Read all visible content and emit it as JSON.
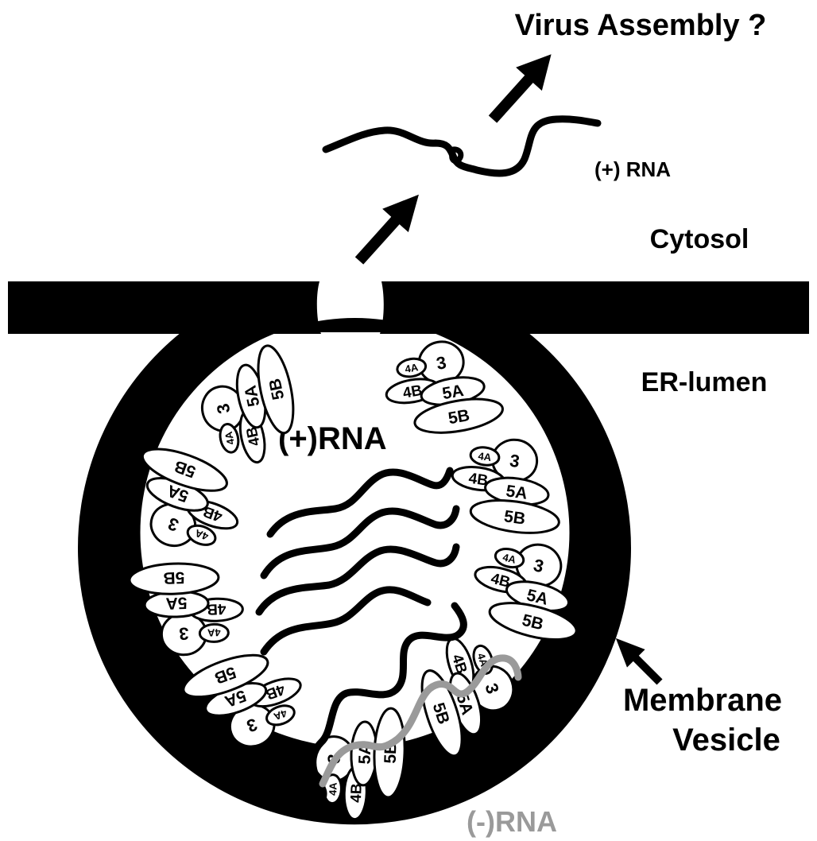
{
  "labels": {
    "virus_assembly": "Virus Assembly ?",
    "plus_rna_cytosol": "(+) RNA",
    "cytosol": "Cytosol",
    "er_lumen": "ER-lumen",
    "plus_rna_vesicle": "(+)RNA",
    "membrane": "Membrane",
    "vesicle": "Vesicle",
    "minus_rna": "(-)RNA"
  },
  "proteins": {
    "ns3": "3",
    "ns4a": "4A",
    "ns4b": "4B",
    "ns5a": "5A",
    "ns5b": "5B"
  },
  "colors": {
    "membrane": "#000000",
    "plus_rna": "#000000",
    "minus_rna": "#9a9a9a",
    "background": "#ffffff"
  }
}
